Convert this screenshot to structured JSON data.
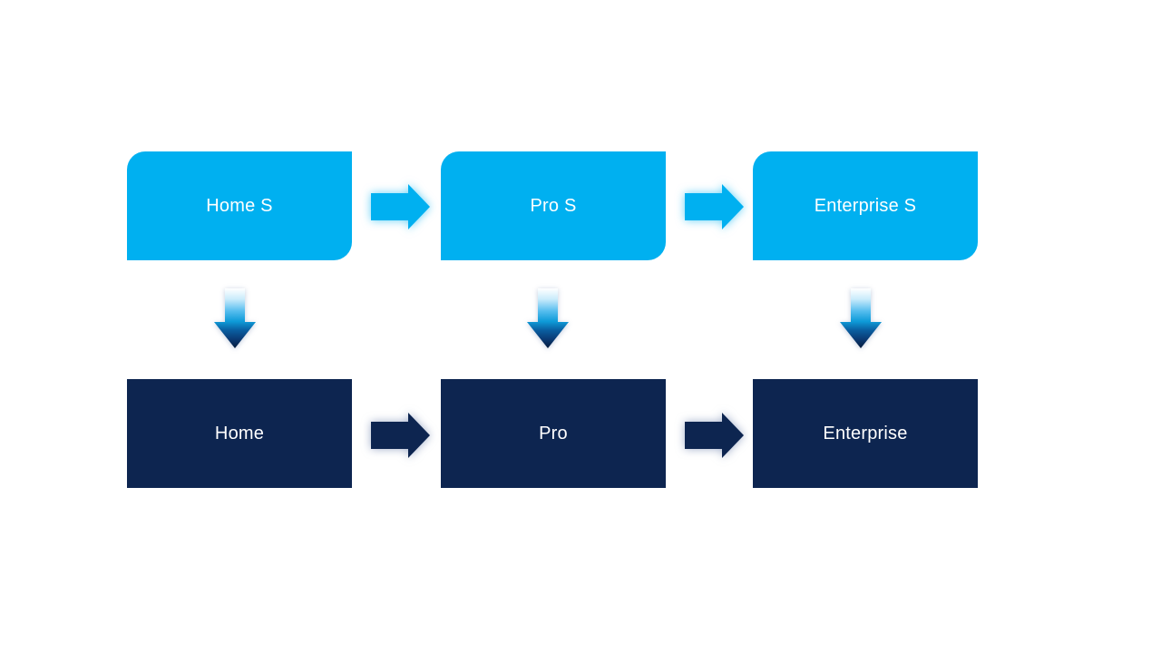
{
  "diagram": {
    "columns": [
      {
        "top_label": "Home S",
        "bottom_label": "Home"
      },
      {
        "top_label": "Pro S",
        "bottom_label": "Pro"
      },
      {
        "top_label": "Enterprise S",
        "bottom_label": "Enterprise"
      }
    ],
    "colors": {
      "top_box": "#00B0F0",
      "bottom_box": "#0D2550",
      "label_text": "#FFFFFF",
      "background": "#FFFFFF"
    },
    "icons": {
      "right_arrow": "right-arrow-icon",
      "down_arrow": "down-arrow-icon"
    }
  }
}
